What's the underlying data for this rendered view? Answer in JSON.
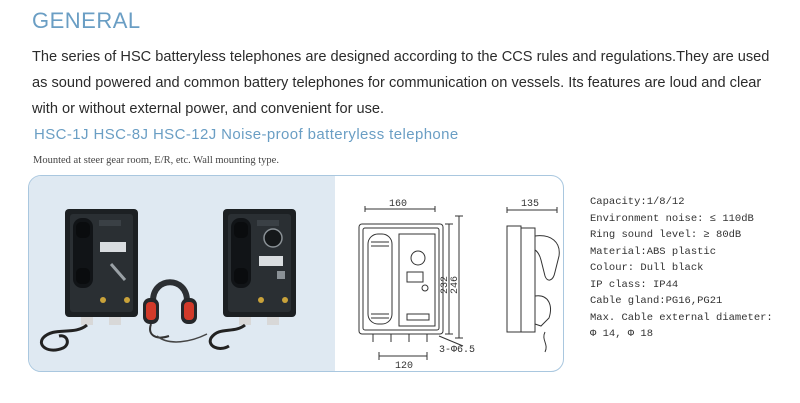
{
  "heading": "GENERAL",
  "intro": "The series of HSC batteryless telephones are designed according to the CCS rules and regulations.They are used as sound powered and common battery telephones  for communication on vessels. Its features are loud and clear  with or without external power, and convenient for use.",
  "subtitle": "HSC-1J  HSC-8J  HSC-12J  Noise-proof batteryless telephone",
  "mounting": "Mounted at steer gear room, E/R, etc. Wall mounting type.",
  "drawing": {
    "width_top": "160",
    "height_inner": "232",
    "height_outer": "246",
    "width_bottom": "120",
    "holes": "3-Φ6.5",
    "depth": "135"
  },
  "specs": [
    "Capacity:1/8/12",
    "Environment noise: ≤ 110dB",
    "Ring sound level: ≥ 80dB",
    "Material:ABS plastic",
    "Colour: Dull black",
    "IP class: IP44",
    "Cable gland:PG16,PG21",
    "Max. Cable external diameter:",
    "Φ 14, Φ 18"
  ],
  "colors": {
    "heading": "#6a9ec4",
    "frame": "#a9c7df",
    "photo_bg": "#dfe9f2"
  }
}
